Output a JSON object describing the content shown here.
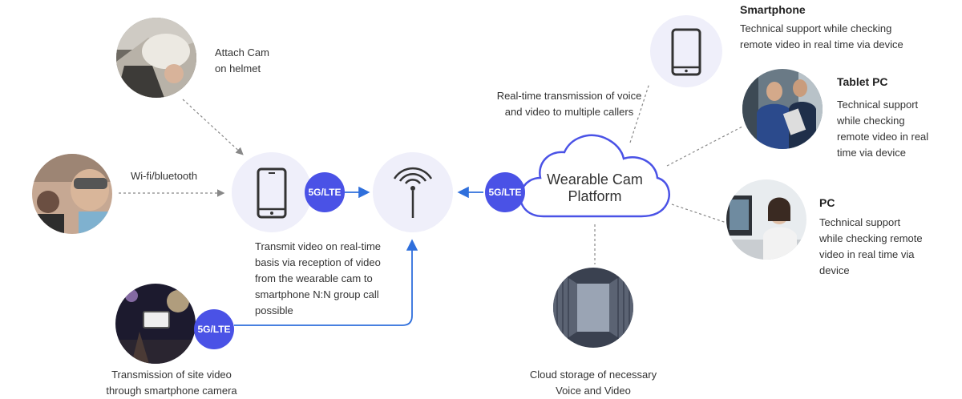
{
  "nodes": {
    "attach_cam": {
      "text": "Attach Cam\non helmet"
    },
    "wifi": {
      "text": "Wi-fi/bluetooth"
    },
    "transmit_desc": {
      "text": "Transmit video on real-time\nbasis via reception of video\nfrom the wearable cam to\nsmartphone N:N group call\npossible"
    },
    "site_video": {
      "text": "Transmission of site video\nthrough smartphone camera"
    },
    "realtime_desc": {
      "text": "Real-time transmission of voice\nand video to multiple callers"
    },
    "platform": {
      "text": "Wearable Cam\nPlatform"
    },
    "cloud_storage": {
      "text": "Cloud storage of necessary\nVoice and Video"
    },
    "smartphone": {
      "title": "Smartphone",
      "text": "Technical support while checking\nremote video in real time via device"
    },
    "tablet": {
      "title": "Tablet PC",
      "text": "Technical support\nwhile checking\nremote video in real\ntime via device"
    },
    "pc": {
      "title": "PC",
      "text": "Technical support\nwhile checking remote\nvideo in real time via\ndevice"
    }
  },
  "badges": {
    "lte": "5G/LTE"
  },
  "icons": {
    "phone": "smartphone-icon",
    "antenna": "antenna-icon",
    "cloud": "cloud-icon"
  },
  "colors": {
    "accent": "#4a52e6",
    "arrow": "#2f6fdc",
    "pale": "#efeffa",
    "dotted": "#888888"
  }
}
